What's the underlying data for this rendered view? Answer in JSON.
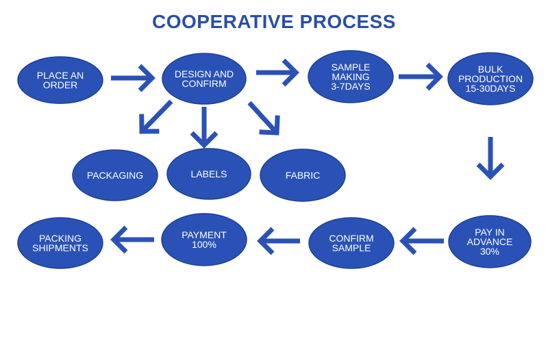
{
  "title": "COOPERATIVE PROCESS",
  "colors": {
    "node_fill": "#2a52b6",
    "title": "#2a4ea8",
    "arrow": "#2a52b6"
  },
  "nodes": [
    {
      "id": "place-an-order",
      "lines": [
        "PLACE AN",
        "ORDER"
      ]
    },
    {
      "id": "design-and-confirm",
      "lines": [
        "DESIGN AND",
        "CONFIRM"
      ]
    },
    {
      "id": "sample-making",
      "lines": [
        "SAMPLE",
        "MAKING",
        "3-7DAYS"
      ]
    },
    {
      "id": "bulk-production",
      "lines": [
        "BULK",
        "PRODUCTION",
        "15-30DAYS"
      ]
    },
    {
      "id": "packaging",
      "lines": [
        "PACKAGING"
      ]
    },
    {
      "id": "labels",
      "lines": [
        "LABELS"
      ]
    },
    {
      "id": "fabric",
      "lines": [
        "FABRIC"
      ]
    },
    {
      "id": "pay-in-advance",
      "lines": [
        "PAY IN",
        "ADVANCE",
        "30%"
      ]
    },
    {
      "id": "confirm-sample",
      "lines": [
        "CONFIRM",
        "SAMPLE"
      ]
    },
    {
      "id": "payment",
      "lines": [
        "PAYMENT",
        "100%"
      ]
    },
    {
      "id": "packing-shipments",
      "lines": [
        "PACKING",
        "SHIPMENTS"
      ]
    }
  ],
  "edges": [
    {
      "from": "place-an-order",
      "to": "design-and-confirm"
    },
    {
      "from": "design-and-confirm",
      "to": "sample-making"
    },
    {
      "from": "sample-making",
      "to": "bulk-production"
    },
    {
      "from": "design-and-confirm",
      "to": "packaging"
    },
    {
      "from": "design-and-confirm",
      "to": "labels"
    },
    {
      "from": "design-and-confirm",
      "to": "fabric"
    },
    {
      "from": "bulk-production",
      "to": "pay-in-advance"
    },
    {
      "from": "pay-in-advance",
      "to": "confirm-sample"
    },
    {
      "from": "confirm-sample",
      "to": "payment"
    },
    {
      "from": "payment",
      "to": "packing-shipments"
    }
  ]
}
